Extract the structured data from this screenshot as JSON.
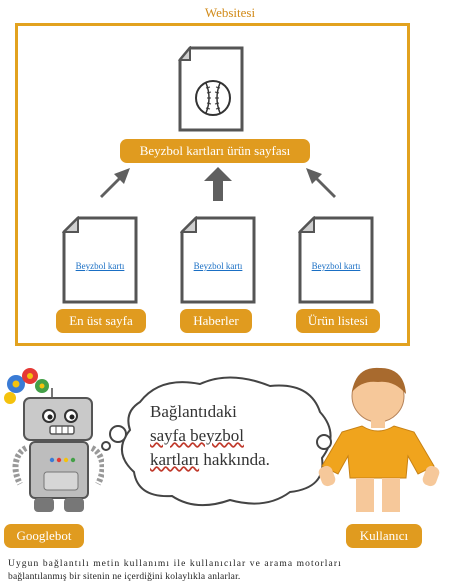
{
  "website": {
    "title": "Websitesi",
    "main_page_label": "Beyzbol  kartları  ürün  sayfası",
    "pages": [
      {
        "link_text": "Beyzbol kartı",
        "label": "En üst sayfa"
      },
      {
        "link_text": "Beyzbol kartı",
        "label": "Haberler"
      },
      {
        "link_text": "Beyzbol kartı",
        "label": "Ürün listesi"
      }
    ]
  },
  "bubble": {
    "line1": "Bağlantıdaki",
    "line2": "sayfa  beyzbol",
    "line3a": "kartları",
    "line3b": "  hakkında."
  },
  "actors": {
    "left_label": "Googlebot",
    "right_label": "Kullanıcı"
  },
  "caption": {
    "line1": "Uygun bağlantılı metin kullanımı ile kullanıcılar ve arama motorları",
    "line2": "bağlantılanmış  bir sitenin ne içerdiğini kolaylıkla anlarlar."
  },
  "colors": {
    "accent": "#e09b1f",
    "frame": "#e2a21f",
    "arrow": "#5f5f5f",
    "link": "#1a6fc4"
  },
  "icons": [
    "baseball-icon",
    "document-icon",
    "arrow-up-icon",
    "cloud-bubble-icon",
    "googlebot-robot-icon",
    "user-person-icon"
  ]
}
